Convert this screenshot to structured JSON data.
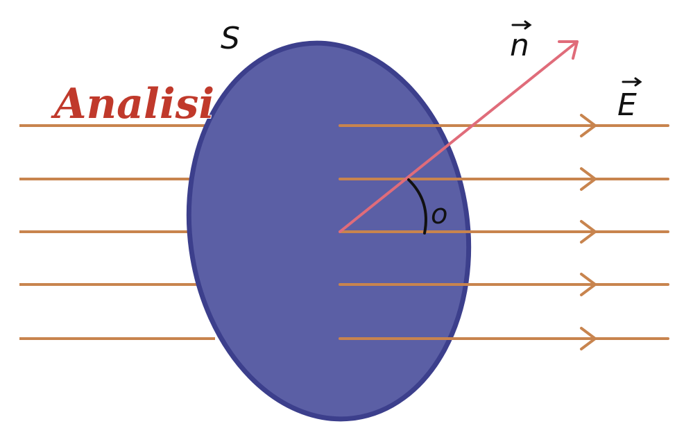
{
  "brand": {
    "text": "Analisi",
    "color": "#c0392b"
  },
  "diagram": {
    "surface_label": "S",
    "normal_label": "n",
    "field_label": "E",
    "angle_label": "o",
    "colors": {
      "surface_fill": "#5b5fa5",
      "surface_stroke": "#3c3f8c",
      "field_lines": "#c8844e",
      "normal_vector": "#e06c7a",
      "angle_arc": "#111111"
    }
  }
}
